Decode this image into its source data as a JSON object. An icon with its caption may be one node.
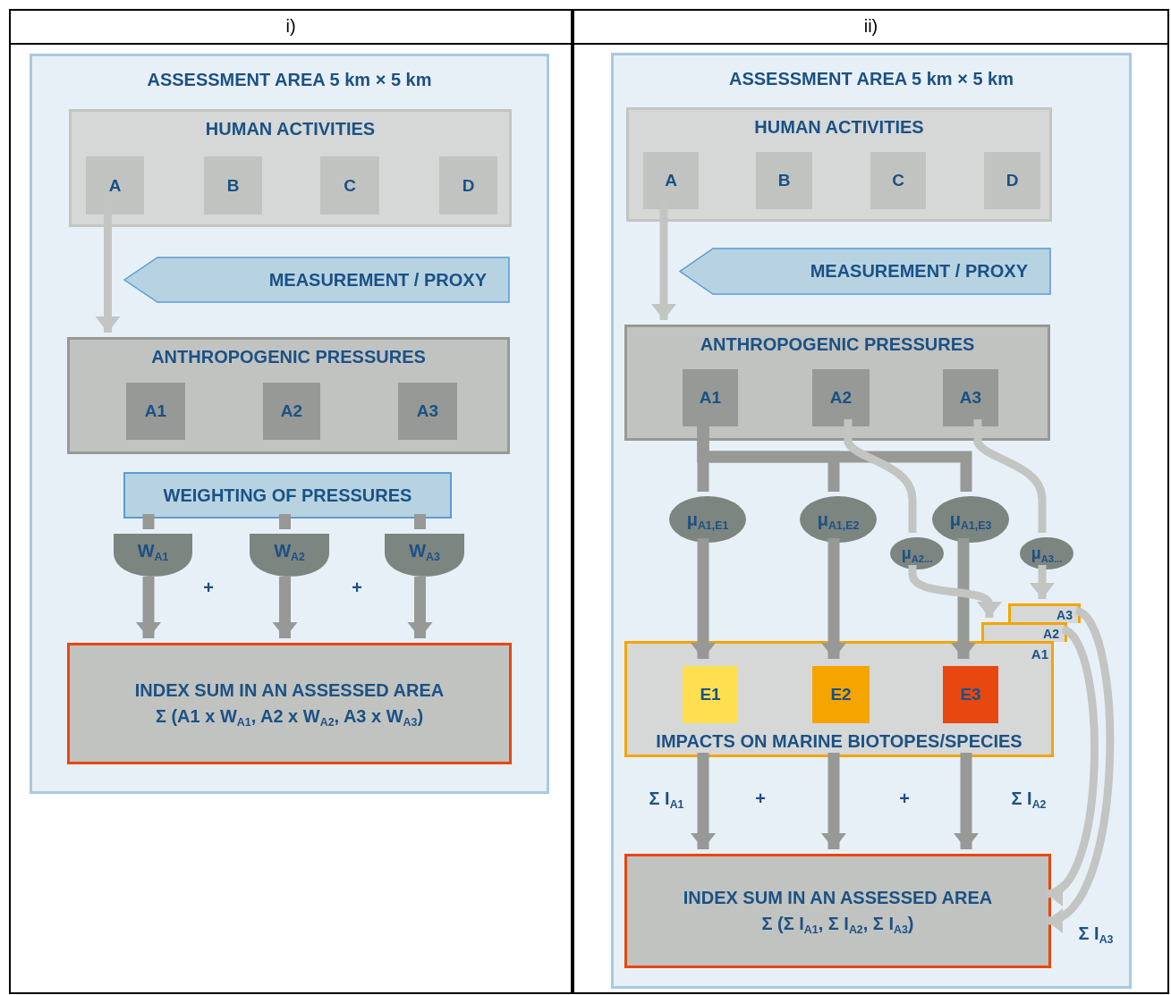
{
  "diagram": {
    "nodes": [
      {
        "text": [
          "i)"
        ]
      },
      {
        "text": [
          "ASSESSMENT AREA 5 km × 5 km"
        ],
        "in": 0
      },
      {
        "text": [
          "HUMAN ACTIVITIES"
        ],
        "in": 1
      },
      {
        "text": [
          "A"
        ],
        "in": 2
      },
      {
        "text": [
          "B"
        ],
        "in": 2
      },
      {
        "text": [
          "C"
        ],
        "in": 2
      },
      {
        "text": [
          "D"
        ],
        "in": 2
      },
      {
        "text": [
          "MEASUREMENT / PROXY"
        ],
        "in": 1
      },
      {
        "text": [
          "ANTHROPOGENIC PRESSURES"
        ],
        "in": 1
      },
      {
        "text": [
          "A1"
        ],
        "in": 8
      },
      {
        "text": [
          "A2"
        ],
        "in": 8
      },
      {
        "text": [
          "A3"
        ],
        "in": 8
      },
      {
        "text": [
          "WEIGHTING OF PRESSURES"
        ],
        "in": 1
      },
      {
        "text": [
          "W$_{A1}$"
        ],
        "in": 1
      },
      {
        "text": [
          "W$_{A2}$"
        ],
        "in": 1
      },
      {
        "text": [
          "W$_{A3}$"
        ],
        "in": 1
      },
      {
        "text": [
          "INDEX SUM IN AN ASSESSED AREA",
          "Σ (A1 x W$_{A1}$, A2 x W$_{A2}$, A3 x W$_{A3}$)"
        ],
        "in": 1
      },
      {
        "text": [
          "ii)"
        ]
      },
      {
        "text": [
          "ASSESSMENT AREA 5 km × 5 km"
        ],
        "in": 17
      },
      {
        "text": [
          "HUMAN ACTIVITIES"
        ],
        "in": 18
      },
      {
        "text": [
          "A"
        ],
        "in": 19
      },
      {
        "text": [
          "B"
        ],
        "in": 19
      },
      {
        "text": [
          "C"
        ],
        "in": 19
      },
      {
        "text": [
          "D"
        ],
        "in": 19
      },
      {
        "text": [
          "MEASUREMENT / PROXY"
        ],
        "in": 18
      },
      {
        "text": [
          "ANTHROPOGENIC PRESSURES"
        ],
        "in": 18
      },
      {
        "text": [
          "A1"
        ],
        "in": 25
      },
      {
        "text": [
          "A2"
        ],
        "in": 25
      },
      {
        "text": [
          "A3"
        ],
        "in": 25
      },
      {
        "text": [
          "μ$_{A1,E1}$"
        ],
        "in": 18
      },
      {
        "text": [
          "μ$_{A1,E2}$"
        ],
        "in": 18
      },
      {
        "text": [
          "μ$_{A1,E3}$"
        ],
        "in": 18
      },
      {
        "text": [
          "μ$_{A2...}$"
        ],
        "in": 18
      },
      {
        "text": [
          "μ$_{A3...}$"
        ],
        "in": 18
      },
      {
        "text": [
          "A3"
        ],
        "in": 18
      },
      {
        "text": [
          "A2"
        ],
        "in": 18
      },
      {
        "text": [
          "A1",
          "IMPACTS ON MARINE BIOTOPES/SPECIES"
        ],
        "in": 18
      },
      {
        "text": [
          "E1"
        ],
        "in": 36
      },
      {
        "text": [
          "E2"
        ],
        "in": 36
      },
      {
        "text": [
          "E3"
        ],
        "in": 36
      },
      {
        "text": [
          "INDEX SUM IN AN ASSESSED AREA",
          "Σ (Σ I$_{A1}$, Σ I$_{A2}$, Σ I$_{A3}$)"
        ],
        "in": 18
      }
    ],
    "edges": [
      {
        "from": 3,
        "to": 8,
        "arrow": "to",
        "color": "#c3c5c3"
      },
      {
        "from": 12,
        "to": 13,
        "arrow": "none"
      },
      {
        "from": 12,
        "to": 14,
        "arrow": "none"
      },
      {
        "from": 12,
        "to": 15,
        "arrow": "none"
      },
      {
        "from": 13,
        "to": 16,
        "arrow": "to"
      },
      {
        "from": 14,
        "to": 16,
        "arrow": "to"
      },
      {
        "from": 15,
        "to": 16,
        "arrow": "to"
      },
      {
        "from": 20,
        "to": 25,
        "arrow": "to",
        "color": "#c3c5c3"
      },
      {
        "from": 26,
        "to": 29,
        "arrow": "none"
      },
      {
        "from": 26,
        "to": 30,
        "arrow": "none"
      },
      {
        "from": 26,
        "to": 31,
        "arrow": "none"
      },
      {
        "from": 29,
        "to": 37,
        "arrow": "to"
      },
      {
        "from": 30,
        "to": 38,
        "arrow": "to"
      },
      {
        "from": 31,
        "to": 39,
        "arrow": "to"
      },
      {
        "from": 27,
        "to": 32,
        "arrow": "none",
        "color": "#c3c5c3"
      },
      {
        "from": 32,
        "to": 35,
        "arrow": "to",
        "color": "#c3c5c3"
      },
      {
        "from": 28,
        "to": 33,
        "arrow": "none",
        "color": "#c3c5c3"
      },
      {
        "from": 33,
        "to": 34,
        "arrow": "to",
        "color": "#c3c5c3"
      },
      {
        "from": 36,
        "to": 40,
        "arrow": "to"
      },
      {
        "from": 36,
        "to": 40,
        "arrow": "to"
      },
      {
        "from": 36,
        "to": 40,
        "arrow": "to"
      },
      {
        "from": 35,
        "to": 40,
        "arrow": "to",
        "color": "#c3c5c3"
      },
      {
        "from": 34,
        "to": 40,
        "arrow": "to",
        "color": "#c3c5c3"
      }
    ],
    "labels": [
      "+",
      "+",
      "Σ I$_{A1}$",
      "+",
      "+",
      "Σ I$_{A2}$",
      "Σ I$_{A3}$"
    ]
  }
}
